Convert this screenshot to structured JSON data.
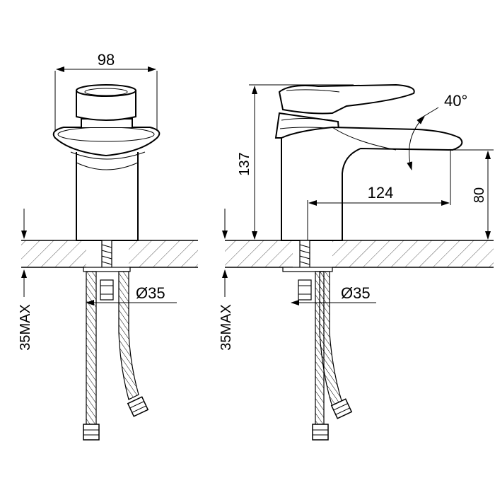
{
  "dimensions": {
    "front_width": "98",
    "side_height": "137",
    "side_reach": "124",
    "spout_height": "80",
    "lever_angle": "40°",
    "hole_diameter_front": "Ø35",
    "hole_diameter_side": "Ø35",
    "counter_thickness_front": "35MAX",
    "counter_thickness_side": "35MAX"
  }
}
